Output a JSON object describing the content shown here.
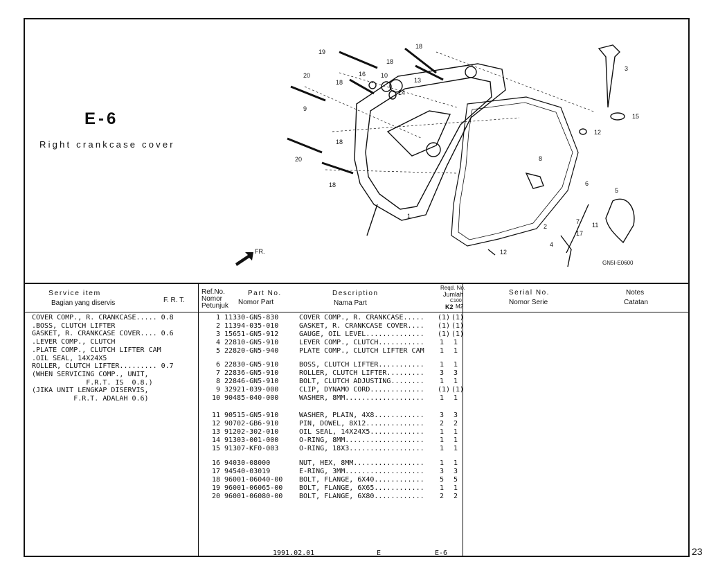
{
  "section_code": "E-6",
  "page_title": "Right crankcase cover",
  "diagram": {
    "fig_code": "GN5I-E0600",
    "fr_label": "FR.",
    "callouts": [
      "1",
      "2",
      "3",
      "4",
      "5",
      "6",
      "7",
      "8",
      "9",
      "10",
      "11",
      "12",
      "12",
      "13",
      "14",
      "15",
      "16",
      "17",
      "18",
      "18",
      "18",
      "18",
      "18",
      "19",
      "20",
      "20"
    ]
  },
  "headers": {
    "service_item": "Service  item",
    "service_item_id": "Bagian yang diservis",
    "frt": "F. R. T.",
    "ref_no": "Ref.No.",
    "ref_no_id": "Nomor Petunjuk",
    "part_no": "Part No.",
    "part_no_id": "Nomor Part",
    "description": "Description",
    "description_id": "Nama Part",
    "reqd": "Reqd. No.",
    "jumlah": "Jumlah",
    "c100": "C100",
    "k2": "K2",
    "m2": "M2",
    "serial": "Serial  No.",
    "serial_id": "Nomor Serie",
    "notes": "Notes",
    "notes_id": "Catatan"
  },
  "service_items": [
    "COVER COMP., R. CRANKCASE..... 0.8",
    ".BOSS, CLUTCH LIFTER",
    "GASKET, R. CRANKCASE COVER.... 0.6",
    ".LEVER COMP., CLUTCH",
    ".PLATE COMP., CLUTCH LIFTER CAM",
    ".OIL SEAL, 14X24X5",
    "ROLLER, CLUTCH LIFTER......... 0.7",
    "(WHEN SERVICING COMP., UNIT,",
    "             F.R.T. IS  0.8.)",
    "(JIKA UNIT LENGKAP DISERVIS,",
    "          F.R.T. ADALAH 0.6)"
  ],
  "parts": [
    {
      "ref": "1",
      "part": "11330-GN5-830",
      "desc": "COVER COMP., R. CRANKCASE.....",
      "q1": "(1)",
      "q2": "(1)"
    },
    {
      "ref": "2",
      "part": "11394-035-010",
      "desc": "GASKET, R. CRANKCASE COVER....",
      "q1": "(1)",
      "q2": "(1)"
    },
    {
      "ref": "3",
      "part": "15651-GN5-912",
      "desc": "GAUGE, OIL LEVEL..............",
      "q1": "(1)",
      "q2": "(1)"
    },
    {
      "ref": "4",
      "part": "22810-GN5-910",
      "desc": "LEVER COMP., CLUTCH...........",
      "q1": "1",
      "q2": "1"
    },
    {
      "ref": "5",
      "part": "22820-GN5-940",
      "desc": "PLATE COMP., CLUTCH LIFTER CAM",
      "q1": "1",
      "q2": "1"
    },
    {
      "ref": "6",
      "part": "22830-GN5-910",
      "desc": "BOSS, CLUTCH LIFTER...........",
      "q1": "1",
      "q2": "1"
    },
    {
      "ref": "7",
      "part": "22836-GN5-910",
      "desc": "ROLLER, CLUTCH LIFTER.........",
      "q1": "3",
      "q2": "3"
    },
    {
      "ref": "8",
      "part": "22846-GN5-910",
      "desc": "BOLT, CLUTCH ADJUSTING........",
      "q1": "1",
      "q2": "1"
    },
    {
      "ref": "9",
      "part": "32921-039-000",
      "desc": "CLIP, DYNAMO CORD.............",
      "q1": "(1)",
      "q2": "(1)"
    },
    {
      "ref": "10",
      "part": "90485-040-000",
      "desc": "WASHER, 8MM...................",
      "q1": "1",
      "q2": "1"
    },
    {
      "ref": "11",
      "part": "90515-GN5-910",
      "desc": "WASHER, PLAIN, 4X8............",
      "q1": "3",
      "q2": "3"
    },
    {
      "ref": "12",
      "part": "90702-GB6-910",
      "desc": "PIN, DOWEL, 8X12..............",
      "q1": "2",
      "q2": "2"
    },
    {
      "ref": "13",
      "part": "91202-302-010",
      "desc": "OIL SEAL, 14X24X5.............",
      "q1": "1",
      "q2": "1"
    },
    {
      "ref": "14",
      "part": "91303-001-000",
      "desc": "O-RING, 8MM...................",
      "q1": "1",
      "q2": "1"
    },
    {
      "ref": "15",
      "part": "91307-KF0-003",
      "desc": "O-RING, 18X3..................",
      "q1": "1",
      "q2": "1"
    },
    {
      "ref": "16",
      "part": "94030-08000",
      "desc": "NUT, HEX, 8MM.................",
      "q1": "1",
      "q2": "1"
    },
    {
      "ref": "17",
      "part": "94540-03019",
      "desc": "E-RING, 3MM...................",
      "q1": "3",
      "q2": "3"
    },
    {
      "ref": "18",
      "part": "96001-06040-00",
      "desc": "BOLT, FLANGE, 6X40............",
      "q1": "5",
      "q2": "5"
    },
    {
      "ref": "19",
      "part": "96001-06065-00",
      "desc": "BOLT, FLANGE, 6X65............",
      "q1": "1",
      "q2": "1"
    },
    {
      "ref": "20",
      "part": "96001-06080-00",
      "desc": "BOLT, FLANGE, 6X80............",
      "q1": "2",
      "q2": "2"
    }
  ],
  "footer": {
    "date": "1991.02.01",
    "lang": "E",
    "section": "E-6",
    "page_number": "23"
  }
}
